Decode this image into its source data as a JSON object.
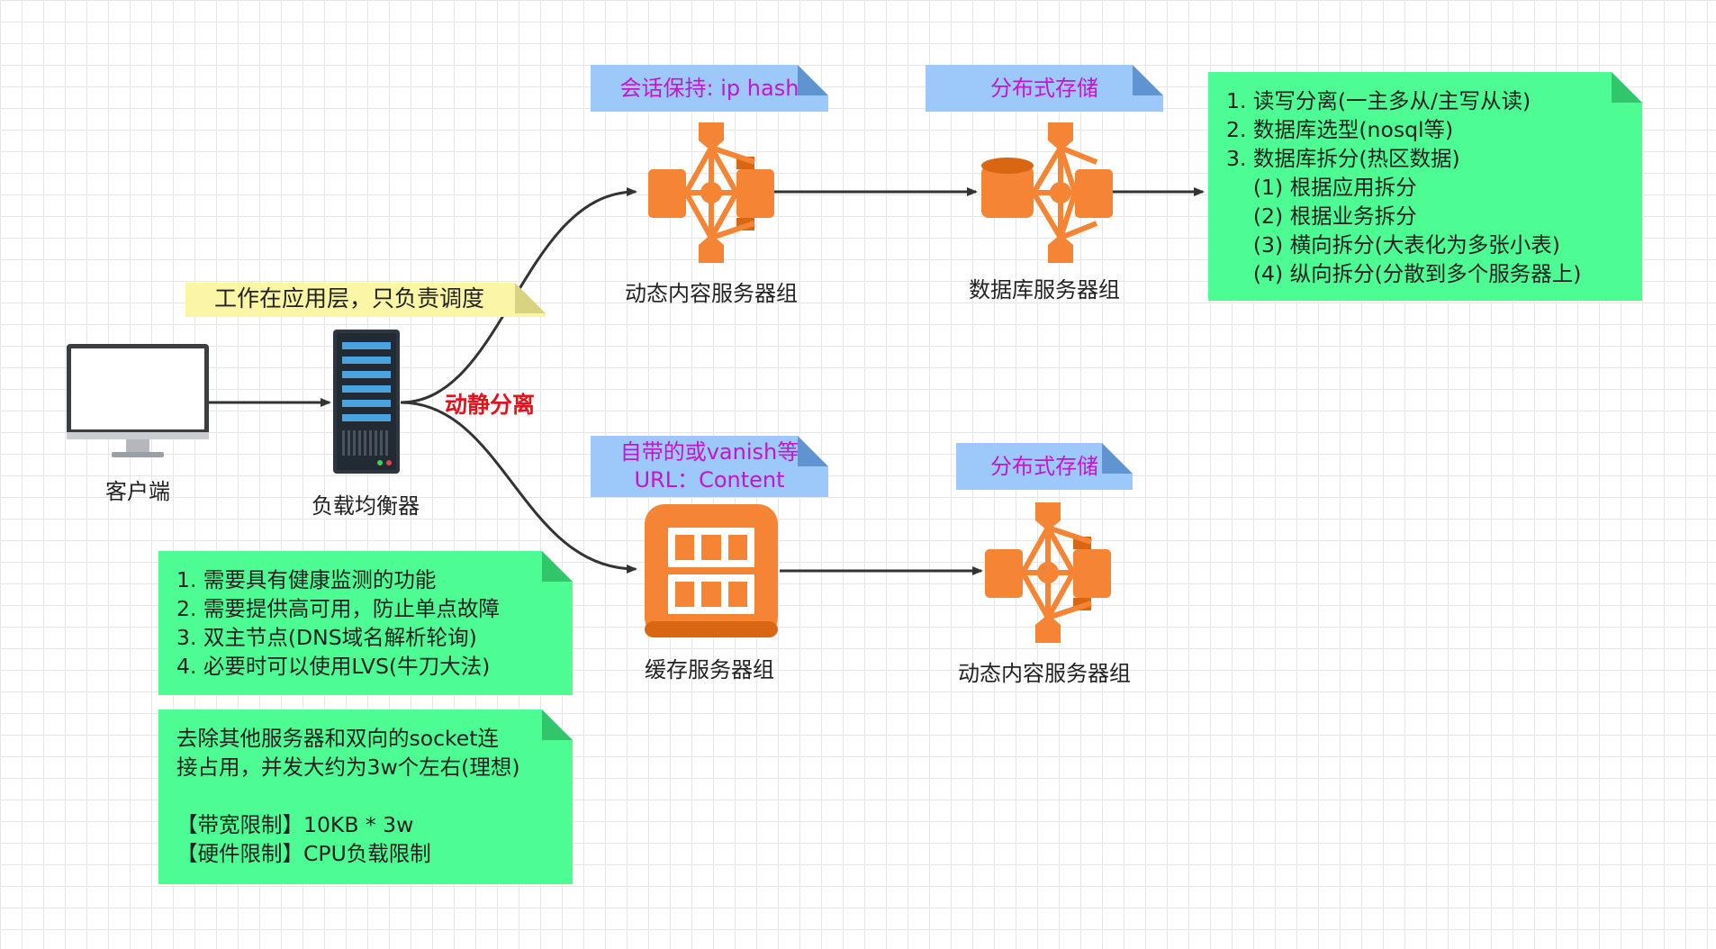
{
  "nodes": {
    "client": "客户端",
    "load_balancer": "负载均衡器",
    "dynamic_group_top": "动态内容服务器组",
    "db_group": "数据库服务器组",
    "cache_group": "缓存服务器组",
    "dynamic_group_bottom": "动态内容服务器组"
  },
  "edge_labels": {
    "static_dynamic_split": "动静分离"
  },
  "notes": {
    "lb_layer": "工作在应用层，只负责调度",
    "session_hold": "会话保持: ip hash",
    "dist_storage_top": "分布式存储",
    "cache_note": [
      "自带的或vanish等",
      "URL：Content"
    ],
    "dist_storage_bottom": "分布式存储",
    "db_tips": [
      "1. 读写分离(一主多从/主写从读)",
      "2. 数据库选型(nosql等)",
      "3. 数据库拆分(热区数据)",
      "    (1) 根据应用拆分",
      "    (2) 根据业务拆分",
      "    (3) 横向拆分(大表化为多张小表)",
      "    (4) 纵向拆分(分散到多个服务器上)"
    ],
    "lb_requirements": [
      "1. 需要具有健康监测的功能",
      "2. 需要提供高可用，防止单点故障",
      "3. 双主节点(DNS域名解析轮询)",
      "4. 必要时可以使用LVS(牛刀大法)"
    ],
    "lb_capacity": [
      "去除其他服务器和双向的socket连",
      "接占用，并发大约为3w个左右(理想)",
      "",
      "【带宽限制】10KB * 3w",
      "【硬件限制】CPU负载限制"
    ]
  },
  "colors": {
    "aws_orange": "#f58534",
    "aws_orange_dark": "#d86613",
    "note_green": "#4dfc93",
    "note_blue": "#9cc9fa",
    "note_yellow": "#fbf6a6",
    "note_blue_text": "#c414cf",
    "edge_label_red": "#e0141e",
    "arrow": "#333333"
  },
  "icons": {
    "client": "monitor-icon",
    "load_balancer": "server-rack-icon",
    "dynamic_group": "aws-cluster-icon",
    "db_group": "aws-database-cluster-icon",
    "cache_group": "aws-cache-icon"
  }
}
